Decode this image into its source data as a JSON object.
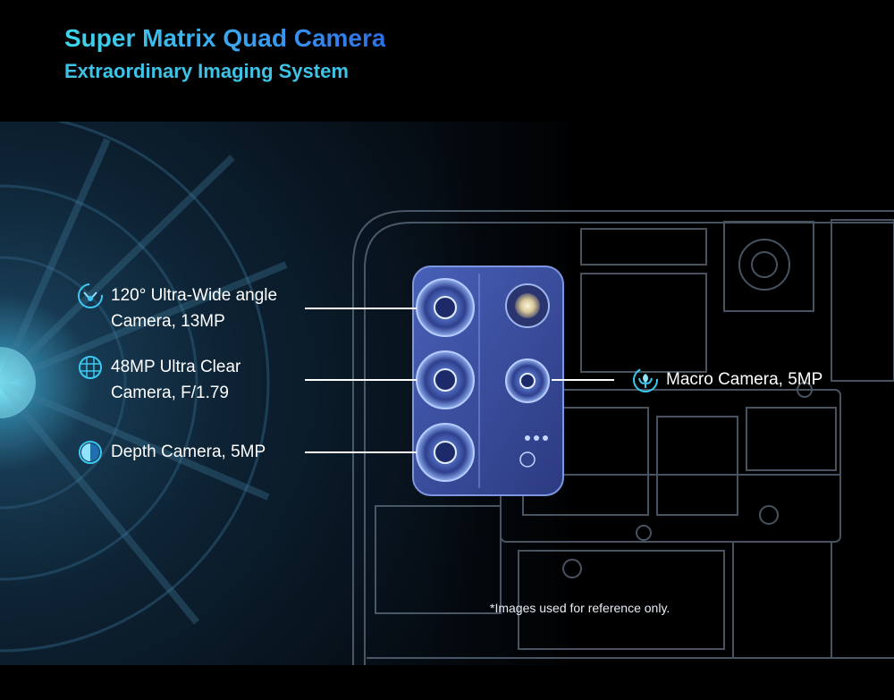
{
  "header": {
    "title": "Super Matrix Quad Camera",
    "subtitle": "Extraordinary Imaging System"
  },
  "features": [
    {
      "id": "ultra-wide",
      "icon": "ultra-wide-lens-icon",
      "lines": [
        "120° Ultra-Wide angle",
        "Camera, 13MP"
      ]
    },
    {
      "id": "main",
      "icon": "grid-globe-icon",
      "lines": [
        "48MP Ultra Clear",
        "Camera, F/1.79"
      ]
    },
    {
      "id": "depth",
      "icon": "depth-half-circle-icon",
      "lines": [
        "Depth Camera, 5MP"
      ]
    },
    {
      "id": "macro",
      "icon": "flower-macro-icon",
      "lines": [
        "Macro Camera, 5MP"
      ]
    }
  ],
  "disclaimer": "*Images used for reference only.",
  "colors": {
    "title_start": "#3ed6e8",
    "title_end": "#2d6fe6",
    "subtitle": "#3ec3e6",
    "module_fill": "#3a4fa0",
    "accent_glow": "#4fc3f7",
    "background": "#000000"
  }
}
